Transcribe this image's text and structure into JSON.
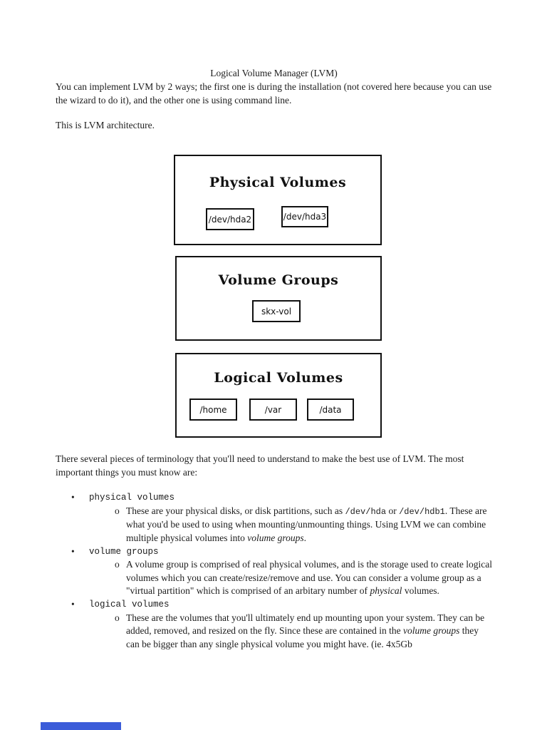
{
  "colors": {
    "accent_bar": "#3b5cd9",
    "text": "#1c1c1c",
    "border": "#111111"
  },
  "doc": {
    "title": "Logical Volume Manager (LVM)",
    "intro": "You can implement LVM by 2 ways; the first one is during the installation (not covered here because you can use the wizard to do it), and the other one is using command line.",
    "architecture_note": "This is LVM architecture."
  },
  "diagram": {
    "physical": {
      "title": "Physical Volumes",
      "items": [
        "/dev/hda2",
        "/dev/hda3"
      ]
    },
    "groups": {
      "title": "Volume Groups",
      "items": [
        "skx-vol"
      ]
    },
    "logical": {
      "title": "Logical Volumes",
      "items": [
        "/home",
        "/var",
        "/data"
      ]
    }
  },
  "terminology": {
    "intro": "There several pieces of terminology that you'll need to understand to make the best use of LVM. The most important things you must know are:",
    "bullet_marker": "•",
    "sub_marker": "o",
    "entries": [
      {
        "term": "physical volumes",
        "desc": [
          {
            "style": "plain",
            "text": "These are your physical disks, or disk partitions, such as "
          },
          {
            "style": "code",
            "text": "/dev/hda"
          },
          {
            "style": "plain",
            "text": " or "
          },
          {
            "style": "code",
            "text": "/dev/hdb1"
          },
          {
            "style": "plain",
            "text": ". These are what you'd be used to using when mounting/unmounting things. Using LVM we can combine multiple physical volumes into "
          },
          {
            "style": "italic",
            "text": "volume groups"
          },
          {
            "style": "plain",
            "text": "."
          }
        ]
      },
      {
        "term": "volume groups",
        "desc": [
          {
            "style": "plain",
            "text": "A volume group is comprised of real physical volumes, and is the storage used to create logical volumes which you can create/resize/remove and use. You can consider a volume group as a \"virtual partition\" which is comprised of an arbitary number of "
          },
          {
            "style": "italic",
            "text": "physical"
          },
          {
            "style": "plain",
            "text": " volumes."
          }
        ]
      },
      {
        "term": "logical volumes",
        "desc": [
          {
            "style": "plain",
            "text": "These are the volumes that you'll ultimately end up mounting upon your system. They can be added, removed, and resized on the fly. Since these are contained in the "
          },
          {
            "style": "italic",
            "text": "volume groups"
          },
          {
            "style": "plain",
            "text": " they can be bigger than any single physical volume you might have. (ie. 4x5Gb"
          }
        ]
      }
    ]
  }
}
